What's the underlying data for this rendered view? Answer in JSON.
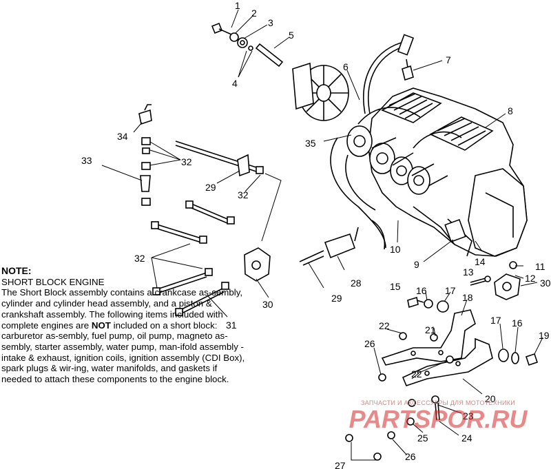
{
  "diagram": {
    "callouts": [
      "1",
      "2",
      "3",
      "4",
      "5",
      "6",
      "7",
      "8",
      "9",
      "10",
      "11",
      "12",
      "13",
      "14",
      "15",
      "16",
      "17",
      "18",
      "19",
      "20",
      "21",
      "22",
      "23",
      "24",
      "25",
      "26",
      "27",
      "28",
      "29",
      "30",
      "31",
      "32",
      "33",
      "34",
      "35",
      "32",
      "29",
      "32",
      "32",
      "30",
      "22",
      "16",
      "17",
      "26"
    ],
    "note": {
      "title": "NOTE:",
      "heading": "SHORT BLOCK ENGINE",
      "body_1": "The Short Block assembly contains a crankcase as-sembly, cylinder and cylinder head assembly, and a piston & crankshaft assembly.  The following items included with complete engines are ",
      "emph": "NOT",
      "body_2": " included on a short block:  carburetor as-sembly, fuel pump, oil pump, magneto as-sembly, starter assembly, water pump, man-ifold assembly - intake & exhaust, ignition coils, ignition assembly (CDI Box), spark plugs & wir-ing, water manifolds, and gaskets if needed to attach these components to the engine block."
    },
    "watermark": {
      "caption": "ЗАПЧАСТИ И АКСЕССУАРЫ ДЛЯ МОТОТЕХНИКИ",
      "logo": "PARTSPOR.RU"
    }
  }
}
